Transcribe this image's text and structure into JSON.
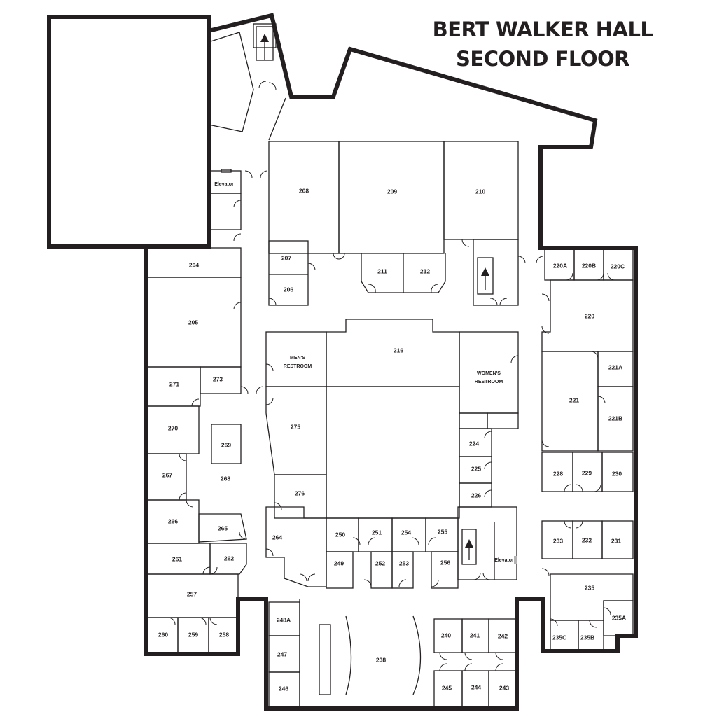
{
  "title": {
    "line1": "BERT WALKER HALL",
    "line2": "SECOND FLOOR"
  },
  "rooms": [
    {
      "id": "208",
      "label": "208"
    },
    {
      "id": "209",
      "label": "209"
    },
    {
      "id": "210",
      "label": "210"
    },
    {
      "id": "204",
      "label": "204"
    },
    {
      "id": "205",
      "label": "205"
    },
    {
      "id": "206",
      "label": "206"
    },
    {
      "id": "207",
      "label": "207"
    },
    {
      "id": "211",
      "label": "211"
    },
    {
      "id": "212",
      "label": "212"
    },
    {
      "id": "216",
      "label": "216"
    },
    {
      "id": "220",
      "label": "220"
    },
    {
      "id": "220A",
      "label": "220A"
    },
    {
      "id": "220B",
      "label": "220B"
    },
    {
      "id": "220C",
      "label": "220C"
    },
    {
      "id": "221",
      "label": "221"
    },
    {
      "id": "221A",
      "label": "221A"
    },
    {
      "id": "221B",
      "label": "221B"
    },
    {
      "id": "224",
      "label": "224"
    },
    {
      "id": "225",
      "label": "225"
    },
    {
      "id": "226",
      "label": "226"
    },
    {
      "id": "228",
      "label": "228"
    },
    {
      "id": "229",
      "label": "229"
    },
    {
      "id": "230",
      "label": "230"
    },
    {
      "id": "231",
      "label": "231"
    },
    {
      "id": "232",
      "label": "232"
    },
    {
      "id": "233",
      "label": "233"
    },
    {
      "id": "235",
      "label": "235"
    },
    {
      "id": "235A",
      "label": "235A"
    },
    {
      "id": "235B",
      "label": "235B"
    },
    {
      "id": "235C",
      "label": "235C"
    },
    {
      "id": "238",
      "label": "238"
    },
    {
      "id": "240",
      "label": "240"
    },
    {
      "id": "241",
      "label": "241"
    },
    {
      "id": "242",
      "label": "242"
    },
    {
      "id": "243",
      "label": "243"
    },
    {
      "id": "244",
      "label": "244"
    },
    {
      "id": "245",
      "label": "245"
    },
    {
      "id": "246",
      "label": "246"
    },
    {
      "id": "247",
      "label": "247"
    },
    {
      "id": "248A",
      "label": "248A"
    },
    {
      "id": "249",
      "label": "249"
    },
    {
      "id": "250",
      "label": "250"
    },
    {
      "id": "251",
      "label": "251"
    },
    {
      "id": "252",
      "label": "252"
    },
    {
      "id": "253",
      "label": "253"
    },
    {
      "id": "254",
      "label": "254"
    },
    {
      "id": "255",
      "label": "255"
    },
    {
      "id": "256",
      "label": "256"
    },
    {
      "id": "257",
      "label": "257"
    },
    {
      "id": "258",
      "label": "258"
    },
    {
      "id": "259",
      "label": "259"
    },
    {
      "id": "260",
      "label": "260"
    },
    {
      "id": "261",
      "label": "261"
    },
    {
      "id": "262",
      "label": "262"
    },
    {
      "id": "264",
      "label": "264"
    },
    {
      "id": "265",
      "label": "265"
    },
    {
      "id": "266",
      "label": "266"
    },
    {
      "id": "267",
      "label": "267"
    },
    {
      "id": "268",
      "label": "268"
    },
    {
      "id": "269",
      "label": "269"
    },
    {
      "id": "270",
      "label": "270"
    },
    {
      "id": "271",
      "label": "271"
    },
    {
      "id": "273",
      "label": "273"
    },
    {
      "id": "275",
      "label": "275"
    },
    {
      "id": "276",
      "label": "276"
    }
  ],
  "facilities": {
    "mens_restroom_1": "MEN'S",
    "mens_restroom_2": "RESTROOM",
    "womens_restroom_1": "WOMEN'S",
    "womens_restroom_2": "RESTROOM",
    "elevator_north": "Elevator",
    "elevator_south": "Elevator"
  },
  "colors": {
    "wall": "#231f20",
    "background": "#ffffff",
    "stage_bar": "#b3b3b3"
  }
}
